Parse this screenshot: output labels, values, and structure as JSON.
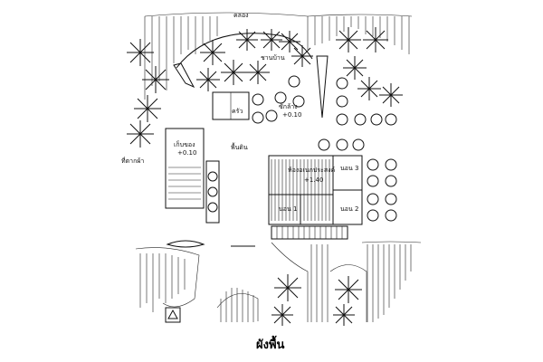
{
  "caption": "ผังพื้น",
  "labels": {
    "canal": "คลอง",
    "terrace_top": "ชานบ้าน",
    "kitchen": "ครัว",
    "wash_area": "ซักล้าง",
    "wash_level": "+0.10",
    "rest_area": "เก็บของ",
    "rest_level": "+0.10",
    "side_area": "ที่ตากผ้า",
    "ground": "พื้นดิน",
    "hall": "ห้องอเนกประสงค์",
    "hall_level": "+1.40",
    "room1": "นอน 1",
    "room2": "นอน 2",
    "room3": "นอน 3"
  },
  "colors": {
    "ink": "#111111",
    "paper": "#ffffff"
  }
}
